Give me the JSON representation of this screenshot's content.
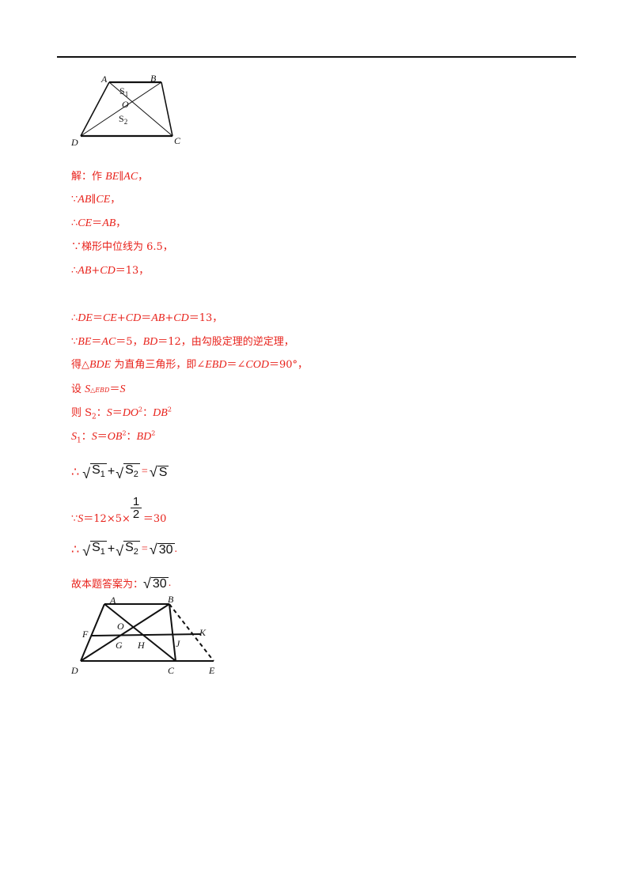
{
  "fig1": {
    "labels": {
      "A": "A",
      "B": "B",
      "C": "C",
      "D": "D",
      "O": "O",
      "S1": "S",
      "S1sub": "1",
      "S2": "S",
      "S2sub": "2"
    }
  },
  "lines": {
    "l1": [
      "解：作 ",
      "BE",
      "∥",
      "AC",
      "，"
    ],
    "l2": [
      "∵",
      "AB",
      "∥",
      "CE",
      "，"
    ],
    "l3": [
      "∴",
      "CE",
      "＝",
      "AB",
      "，"
    ],
    "l4": [
      "∵梯形中位线为 6.5，"
    ],
    "l5": [
      "∴",
      "AB",
      "+",
      "CD",
      "＝13，"
    ],
    "l6": [
      "∴",
      "DE",
      "＝",
      "CE",
      "+",
      "CD",
      "＝",
      "AB",
      "+",
      "CD",
      "＝13，"
    ],
    "l7": [
      "∵",
      "BE",
      "＝",
      "AC",
      "＝5，",
      "BD",
      "＝12，由勾股定理的逆定理，"
    ],
    "l8": [
      "得△",
      "BDE",
      " 为直角三角形，即∠",
      "EBD",
      "＝∠",
      "COD",
      "＝90°，"
    ],
    "l9": [
      "设 ",
      "S",
      "△EBD",
      "＝",
      "S"
    ],
    "l10": [
      "则 S",
      "2",
      "：",
      "S",
      "＝",
      "DO",
      "2",
      "：",
      "DB",
      "2"
    ],
    "l11": [
      "S",
      "1",
      "：",
      "S",
      "＝",
      "OB",
      "2",
      "：",
      "BD",
      "2"
    ],
    "l14": [
      "∵",
      "S",
      "＝12×5×",
      "＝30"
    ],
    "l17": [
      "故本题答案为："
    ]
  },
  "math": {
    "therefore": "∴",
    "radS": "S",
    "sub1": "1",
    "sub2": "2",
    "plus": "+",
    "eq": "=",
    "radS_rhs": "S",
    "rad30": "30",
    "period": ".",
    "frac_num": "1",
    "frac_den": "2"
  },
  "fig2": {
    "labels": {
      "A": "A",
      "B": "B",
      "C": "C",
      "D": "D",
      "E": "E",
      "F": "F",
      "G": "G",
      "H": "H",
      "J": "J",
      "K": "K",
      "O": "O"
    }
  }
}
